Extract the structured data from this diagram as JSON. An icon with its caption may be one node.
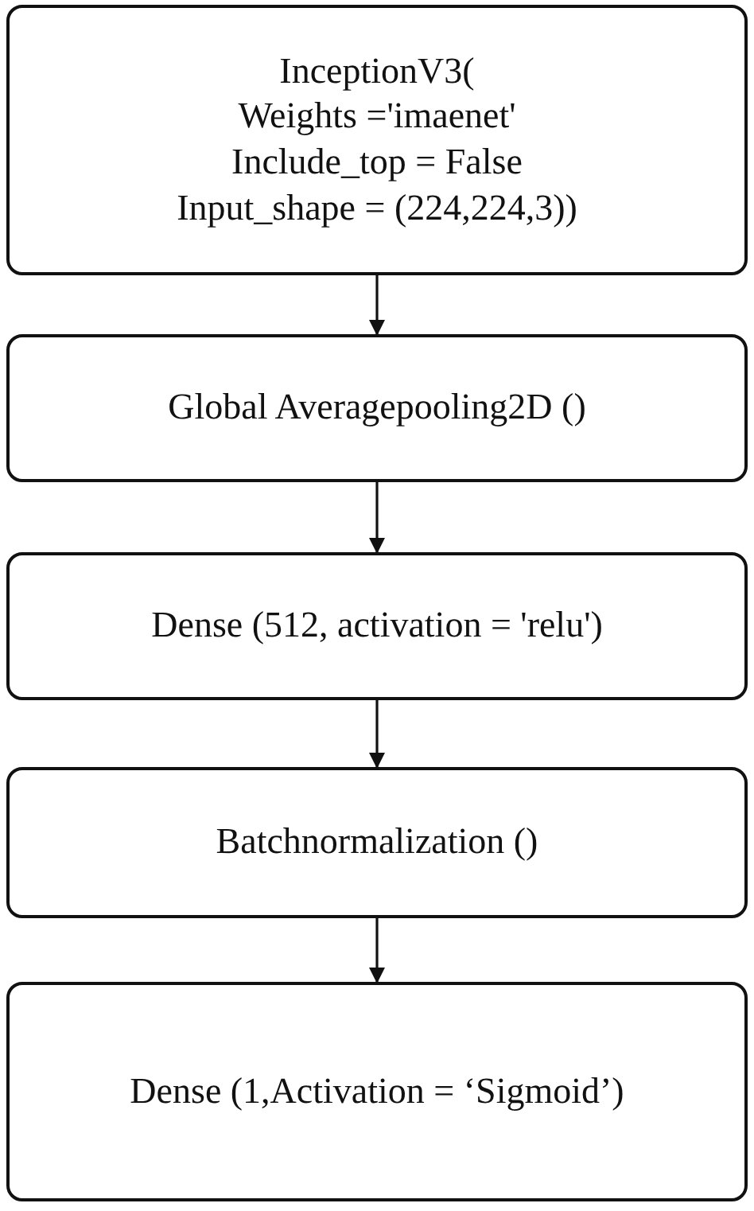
{
  "diagram": {
    "nodes": [
      {
        "text": [
          "InceptionV3(",
          "Weights ='imaenet'",
          "Include_top = False",
          "Input_shape = (224,224,3))"
        ]
      },
      {
        "text": [
          "Global Averagepooling2D ()"
        ]
      },
      {
        "text": [
          "Dense (512, activation = 'relu')"
        ]
      },
      {
        "text": [
          "Batchnormalization ()"
        ]
      },
      {
        "text": [
          "Dense (1,Activation = ‘Sigmoid’)"
        ]
      }
    ],
    "edges": [
      {
        "from": 0,
        "to": 1,
        "arrow": "to"
      },
      {
        "from": 1,
        "to": 2,
        "arrow": "to"
      },
      {
        "from": 2,
        "to": 3,
        "arrow": "to"
      },
      {
        "from": 3,
        "to": 4,
        "arrow": "to"
      }
    ]
  }
}
